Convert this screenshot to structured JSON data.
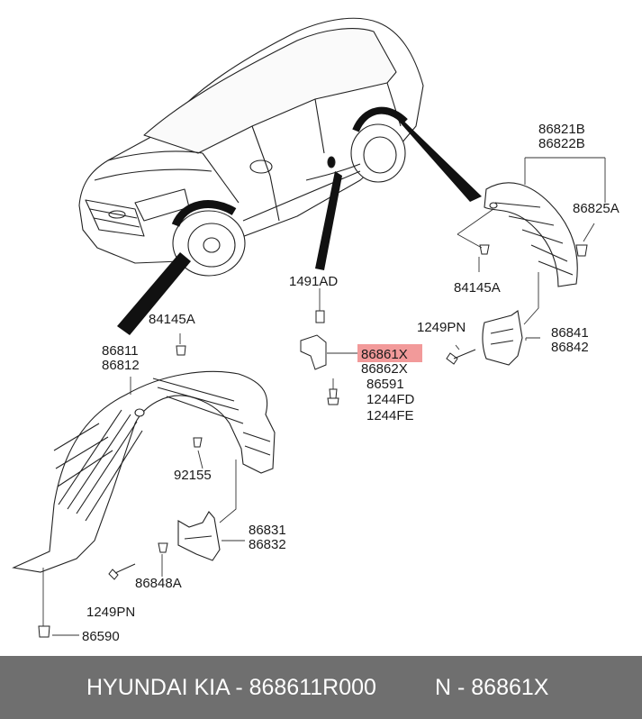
{
  "callouts": {
    "c86821B": "86821B",
    "c86822B": "86822B",
    "c86825A": "86825A",
    "c84145A_rear": "84145A",
    "c1491AD": "1491AD",
    "c1249PN_rear": "1249PN",
    "c86841": "86841",
    "c86842": "86842",
    "c84145A_front": "84145A",
    "c86811": "86811",
    "c86812": "86812",
    "c86861X": "86861X",
    "c86862X": "86862X",
    "c86591": "86591",
    "c1244FD": "1244FD",
    "c1244FE": "1244FE",
    "c92155": "92155",
    "c86831": "86831",
    "c86832": "86832",
    "c86848A": "86848A",
    "c1249PN_front": "1249PN",
    "c86590": "86590"
  },
  "highlight_color": "#f29a9a",
  "footer": {
    "brand": "HYUNDAI  KIA - 868611R000",
    "part": "N - 86861X",
    "background": "#6f6f6f"
  }
}
